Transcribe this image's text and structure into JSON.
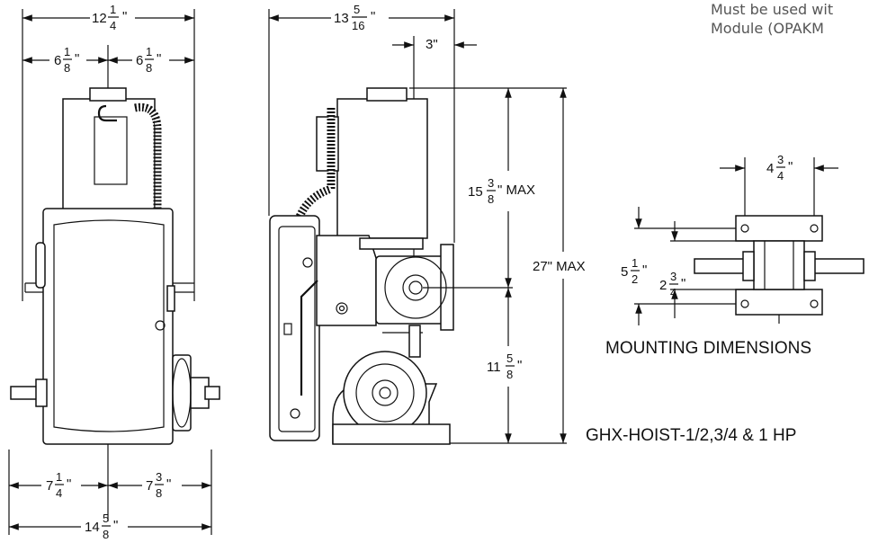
{
  "note": {
    "line1": "Must be used wit",
    "line2": "Module (OPAKM"
  },
  "front_view": {
    "overall_top": {
      "whole": "12",
      "num": "1",
      "den": "4",
      "unit": "\""
    },
    "left_half_top": {
      "whole": "6",
      "num": "1",
      "den": "8",
      "unit": "\""
    },
    "right_half_top": {
      "whole": "6",
      "num": "1",
      "den": "8",
      "unit": "\""
    },
    "left_bottom": {
      "whole": "7",
      "num": "1",
      "den": "4",
      "unit": "\""
    },
    "right_bottom": {
      "whole": "7",
      "num": "3",
      "den": "8",
      "unit": "\""
    },
    "overall_bottom": {
      "whole": "14",
      "num": "5",
      "den": "8",
      "unit": "\""
    }
  },
  "side_view": {
    "overall_top": {
      "whole": "13",
      "num": "5",
      "den": "16",
      "unit": "\""
    },
    "offset": "3\"",
    "upper_height": {
      "whole": "15",
      "num": "3",
      "den": "8",
      "suffix": "\" MAX"
    },
    "total_height": "27\" MAX",
    "lower_height": {
      "whole": "11",
      "num": "5",
      "den": "8",
      "unit": "\""
    }
  },
  "mounting": {
    "width": {
      "whole": "4",
      "num": "3",
      "den": "4",
      "unit": "\""
    },
    "outer_height": {
      "whole": "5",
      "num": "1",
      "den": "2",
      "unit": "\""
    },
    "inner_height": {
      "whole": "2",
      "num": "3",
      "den": "4",
      "unit": "\""
    },
    "caption": "MOUNTING DIMENSIONS"
  },
  "model_title": "GHX-HOIST-1/2,3/4 & 1 HP"
}
